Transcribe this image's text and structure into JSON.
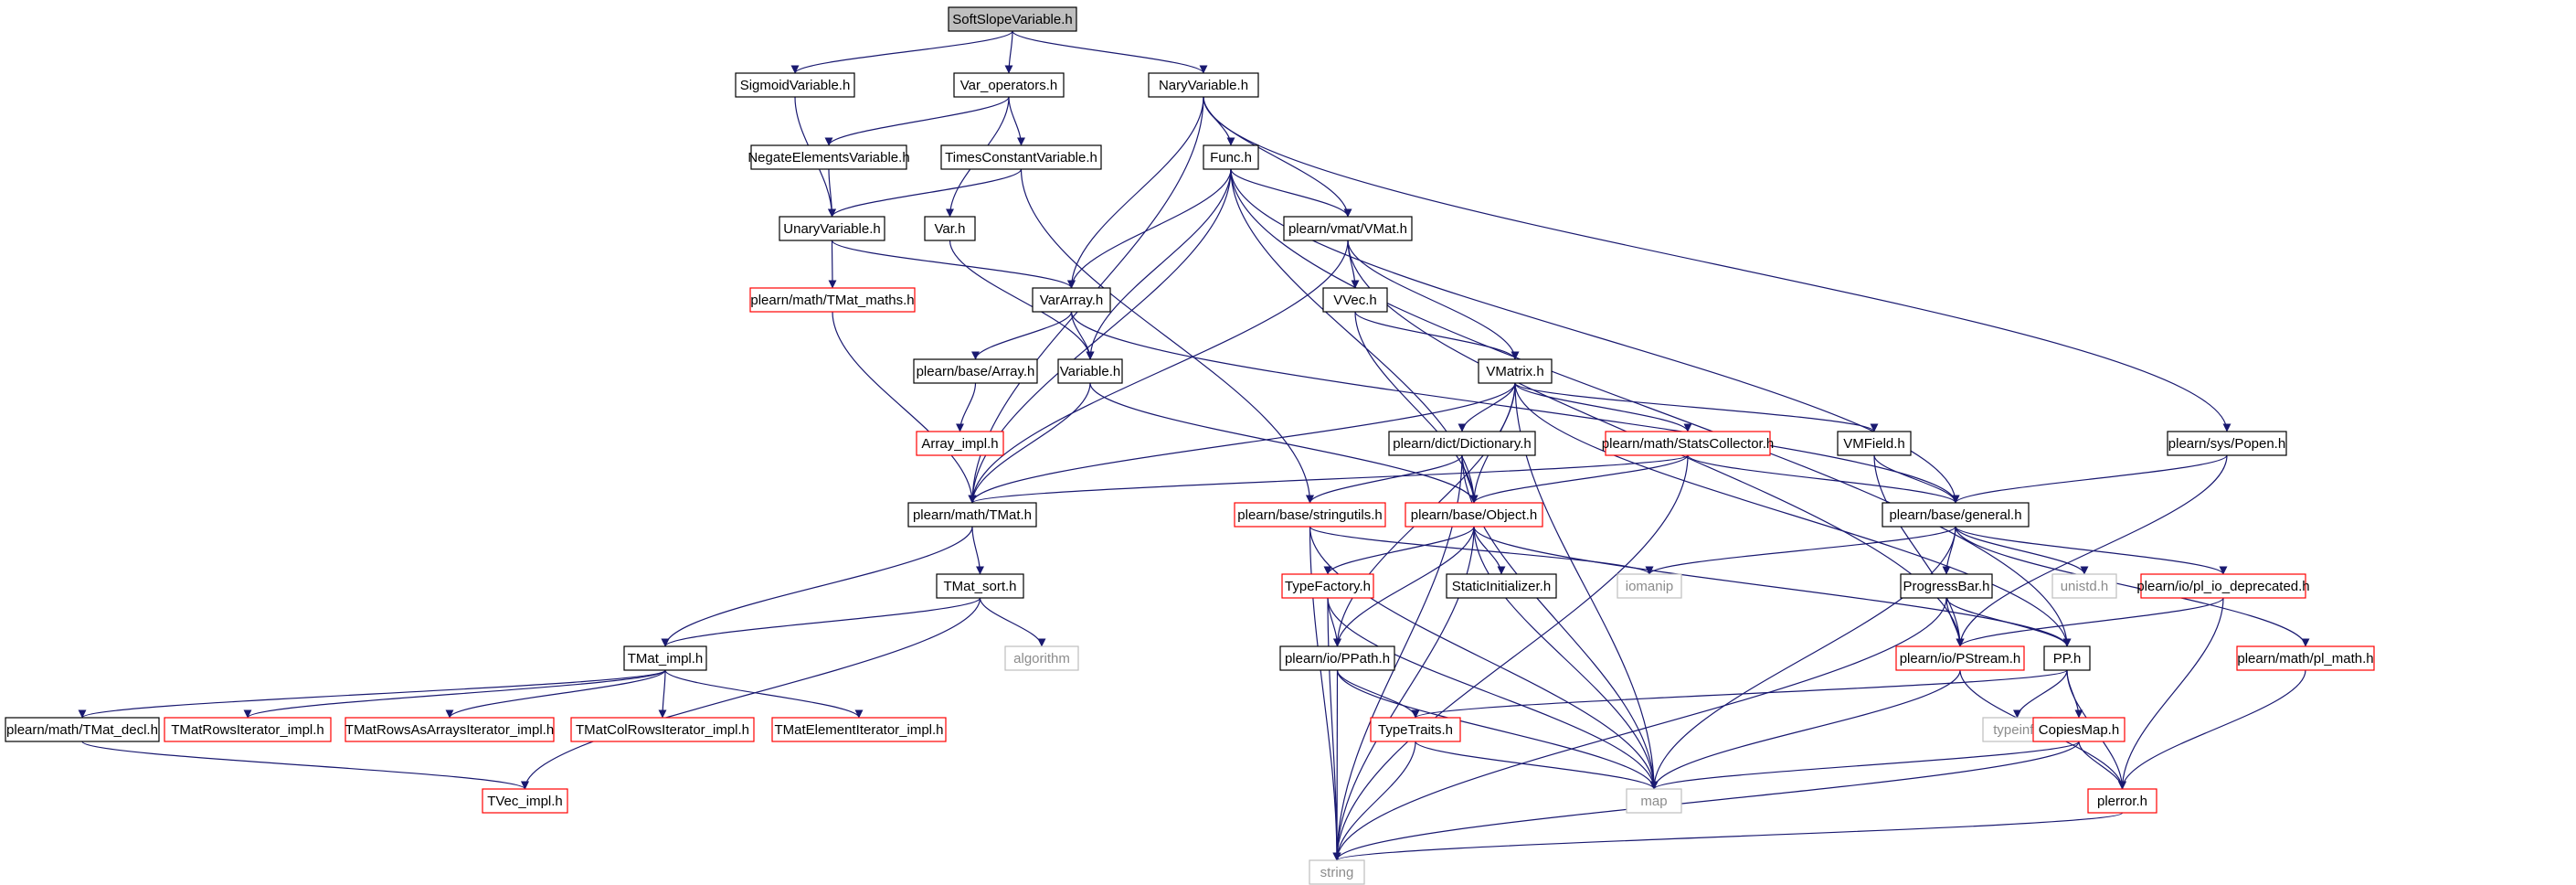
{
  "graph": {
    "colors": {
      "edge": "#191970",
      "border_normal": "#000000",
      "border_truncated": "#ff0000",
      "border_system": "#bfbfbf",
      "root_fill": "#bfbfbf",
      "node_fill": "#ffffff"
    },
    "nodes": [
      {
        "id": "softslope",
        "label": "SoftSlopeVariable.h",
        "kind": "root"
      },
      {
        "id": "sigmoid",
        "label": "SigmoidVariable.h",
        "kind": "normal"
      },
      {
        "id": "varops",
        "label": "Var_operators.h",
        "kind": "normal"
      },
      {
        "id": "nary",
        "label": "NaryVariable.h",
        "kind": "normal"
      },
      {
        "id": "negate",
        "label": "NegateElementsVariable.h",
        "kind": "normal"
      },
      {
        "id": "timesconst",
        "label": "TimesConstantVariable.h",
        "kind": "normal"
      },
      {
        "id": "func",
        "label": "Func.h",
        "kind": "normal"
      },
      {
        "id": "unary",
        "label": "UnaryVariable.h",
        "kind": "normal"
      },
      {
        "id": "varh",
        "label": "Var.h",
        "kind": "normal"
      },
      {
        "id": "vmat",
        "label": "plearn/vmat/VMat.h",
        "kind": "normal"
      },
      {
        "id": "tmatmaths",
        "label": "plearn/math/TMat_maths.h",
        "kind": "truncated"
      },
      {
        "id": "vararray",
        "label": "VarArray.h",
        "kind": "normal"
      },
      {
        "id": "vvec",
        "label": "VVec.h",
        "kind": "normal"
      },
      {
        "id": "array",
        "label": "plearn/base/Array.h",
        "kind": "normal"
      },
      {
        "id": "variable",
        "label": "Variable.h",
        "kind": "normal"
      },
      {
        "id": "vmatrix",
        "label": "VMatrix.h",
        "kind": "normal"
      },
      {
        "id": "arrayimpl",
        "label": "Array_impl.h",
        "kind": "truncated"
      },
      {
        "id": "dictionary",
        "label": "plearn/dict/Dictionary.h",
        "kind": "normal"
      },
      {
        "id": "stats",
        "label": "plearn/math/StatsCollector.h",
        "kind": "truncated"
      },
      {
        "id": "vmfield",
        "label": "VMField.h",
        "kind": "normal"
      },
      {
        "id": "popen",
        "label": "plearn/sys/Popen.h",
        "kind": "normal"
      },
      {
        "id": "tmat",
        "label": "plearn/math/TMat.h",
        "kind": "normal"
      },
      {
        "id": "stringutils",
        "label": "plearn/base/stringutils.h",
        "kind": "truncated"
      },
      {
        "id": "object",
        "label": "plearn/base/Object.h",
        "kind": "truncated"
      },
      {
        "id": "general",
        "label": "plearn/base/general.h",
        "kind": "normal"
      },
      {
        "id": "tmatsort",
        "label": "TMat_sort.h",
        "kind": "normal"
      },
      {
        "id": "typefactory",
        "label": "TypeFactory.h",
        "kind": "truncated"
      },
      {
        "id": "staticinit",
        "label": "StaticInitializer.h",
        "kind": "normal"
      },
      {
        "id": "iomanip",
        "label": "iomanip",
        "kind": "system"
      },
      {
        "id": "progressbar",
        "label": "ProgressBar.h",
        "kind": "normal"
      },
      {
        "id": "unistd",
        "label": "unistd.h",
        "kind": "system"
      },
      {
        "id": "pliodep",
        "label": "plearn/io/pl_io_deprecated.h",
        "kind": "truncated"
      },
      {
        "id": "algorithm",
        "label": "algorithm",
        "kind": "system"
      },
      {
        "id": "tmatimpl",
        "label": "TMat_impl.h",
        "kind": "normal"
      },
      {
        "id": "ppath",
        "label": "plearn/io/PPath.h",
        "kind": "normal"
      },
      {
        "id": "pstream",
        "label": "plearn/io/PStream.h",
        "kind": "truncated"
      },
      {
        "id": "pph",
        "label": "PP.h",
        "kind": "normal"
      },
      {
        "id": "plmath",
        "label": "plearn/math/pl_math.h",
        "kind": "truncated"
      },
      {
        "id": "tmatdecl",
        "label": "plearn/math/TMat_decl.h",
        "kind": "normal"
      },
      {
        "id": "rowsiter",
        "label": "TMatRowsIterator_impl.h",
        "kind": "truncated"
      },
      {
        "id": "rowsarr",
        "label": "TMatRowsAsArraysIterator_impl.h",
        "kind": "truncated"
      },
      {
        "id": "coliter",
        "label": "TMatColRowsIterator_impl.h",
        "kind": "truncated"
      },
      {
        "id": "elemiter",
        "label": "TMatElementIterator_impl.h",
        "kind": "truncated"
      },
      {
        "id": "typeinfo",
        "label": "typeinfo",
        "kind": "system"
      },
      {
        "id": "typetraits",
        "label": "TypeTraits.h",
        "kind": "truncated"
      },
      {
        "id": "copiesmap",
        "label": "CopiesMap.h",
        "kind": "truncated"
      },
      {
        "id": "tvecimpl",
        "label": "TVec_impl.h",
        "kind": "truncated"
      },
      {
        "id": "map",
        "label": "map",
        "kind": "system"
      },
      {
        "id": "plerror",
        "label": "plerror.h",
        "kind": "truncated"
      },
      {
        "id": "string",
        "label": "string",
        "kind": "system"
      }
    ],
    "edges": [
      [
        "softslope",
        "sigmoid"
      ],
      [
        "softslope",
        "varops"
      ],
      [
        "softslope",
        "nary"
      ],
      [
        "sigmoid",
        "unary"
      ],
      [
        "varops",
        "negate"
      ],
      [
        "varops",
        "timesconst"
      ],
      [
        "varops",
        "varh"
      ],
      [
        "nary",
        "tmat"
      ],
      [
        "nary",
        "func"
      ],
      [
        "nary",
        "vmat"
      ],
      [
        "nary",
        "vararray"
      ],
      [
        "nary",
        "popen"
      ],
      [
        "negate",
        "unary"
      ],
      [
        "timesconst",
        "unary"
      ],
      [
        "timesconst",
        "stringutils"
      ],
      [
        "unary",
        "tmatmaths"
      ],
      [
        "unary",
        "vararray"
      ],
      [
        "func",
        "vmat"
      ],
      [
        "func",
        "vararray"
      ],
      [
        "func",
        "variable"
      ],
      [
        "func",
        "tmat"
      ],
      [
        "func",
        "object"
      ],
      [
        "func",
        "general"
      ],
      [
        "func",
        "pph"
      ],
      [
        "varh",
        "variable"
      ],
      [
        "vmat",
        "vvec"
      ],
      [
        "vmat",
        "vmatrix"
      ],
      [
        "vmat",
        "tmat"
      ],
      [
        "vmat",
        "pstream"
      ],
      [
        "tmatmaths",
        "tmat"
      ],
      [
        "vararray",
        "array"
      ],
      [
        "vararray",
        "variable"
      ],
      [
        "vararray",
        "general"
      ],
      [
        "array",
        "arrayimpl"
      ],
      [
        "variable",
        "tmat"
      ],
      [
        "variable",
        "object"
      ],
      [
        "vvec",
        "vmatrix"
      ],
      [
        "vvec",
        "object"
      ],
      [
        "vmatrix",
        "dictionary"
      ],
      [
        "vmatrix",
        "stats"
      ],
      [
        "vmatrix",
        "vmfield"
      ],
      [
        "vmatrix",
        "object"
      ],
      [
        "vmatrix",
        "tmat"
      ],
      [
        "vmatrix",
        "ppath"
      ],
      [
        "vmatrix",
        "map"
      ],
      [
        "vmatrix",
        "pph"
      ],
      [
        "dictionary",
        "stringutils"
      ],
      [
        "dictionary",
        "object"
      ],
      [
        "dictionary",
        "string"
      ],
      [
        "dictionary",
        "map"
      ],
      [
        "stats",
        "tmat"
      ],
      [
        "stats",
        "object"
      ],
      [
        "stats",
        "general"
      ],
      [
        "stats",
        "string"
      ],
      [
        "vmfield",
        "general"
      ],
      [
        "vmfield",
        "pstream"
      ],
      [
        "popen",
        "general"
      ],
      [
        "popen",
        "pstream"
      ],
      [
        "tmat",
        "tmatimpl"
      ],
      [
        "tmat",
        "tmatsort"
      ],
      [
        "stringutils",
        "iomanip"
      ],
      [
        "stringutils",
        "string"
      ],
      [
        "stringutils",
        "map"
      ],
      [
        "object",
        "typefactory"
      ],
      [
        "object",
        "staticinit"
      ],
      [
        "object",
        "ppath"
      ],
      [
        "object",
        "pph"
      ],
      [
        "object",
        "string"
      ],
      [
        "object",
        "map"
      ],
      [
        "general",
        "iomanip"
      ],
      [
        "general",
        "progressbar"
      ],
      [
        "general",
        "unistd"
      ],
      [
        "general",
        "pliodep"
      ],
      [
        "general",
        "plmath"
      ],
      [
        "general",
        "map"
      ],
      [
        "tmatsort",
        "algorithm"
      ],
      [
        "tmatsort",
        "tmatimpl"
      ],
      [
        "tmatsort",
        "tvecimpl"
      ],
      [
        "typefactory",
        "ppath"
      ],
      [
        "typefactory",
        "string"
      ],
      [
        "typefactory",
        "map"
      ],
      [
        "progressbar",
        "pstream"
      ],
      [
        "progressbar",
        "pph"
      ],
      [
        "progressbar",
        "string"
      ],
      [
        "pliodep",
        "pstream"
      ],
      [
        "pliodep",
        "plerror"
      ],
      [
        "tmatimpl",
        "tmatdecl"
      ],
      [
        "tmatimpl",
        "rowsiter"
      ],
      [
        "tmatimpl",
        "rowsarr"
      ],
      [
        "tmatimpl",
        "coliter"
      ],
      [
        "tmatimpl",
        "elemiter"
      ],
      [
        "ppath",
        "typetraits"
      ],
      [
        "ppath",
        "string"
      ],
      [
        "ppath",
        "map"
      ],
      [
        "pstream",
        "map"
      ],
      [
        "pstream",
        "plerror"
      ],
      [
        "pph",
        "typeinfo"
      ],
      [
        "pph",
        "typetraits"
      ],
      [
        "pph",
        "copiesmap"
      ],
      [
        "pph",
        "plerror"
      ],
      [
        "plmath",
        "plerror"
      ],
      [
        "tmatdecl",
        "tvecimpl"
      ],
      [
        "typetraits",
        "string"
      ],
      [
        "typetraits",
        "map"
      ],
      [
        "copiesmap",
        "map"
      ],
      [
        "copiesmap",
        "plerror"
      ],
      [
        "copiesmap",
        "string"
      ],
      [
        "plerror",
        "string"
      ]
    ]
  }
}
